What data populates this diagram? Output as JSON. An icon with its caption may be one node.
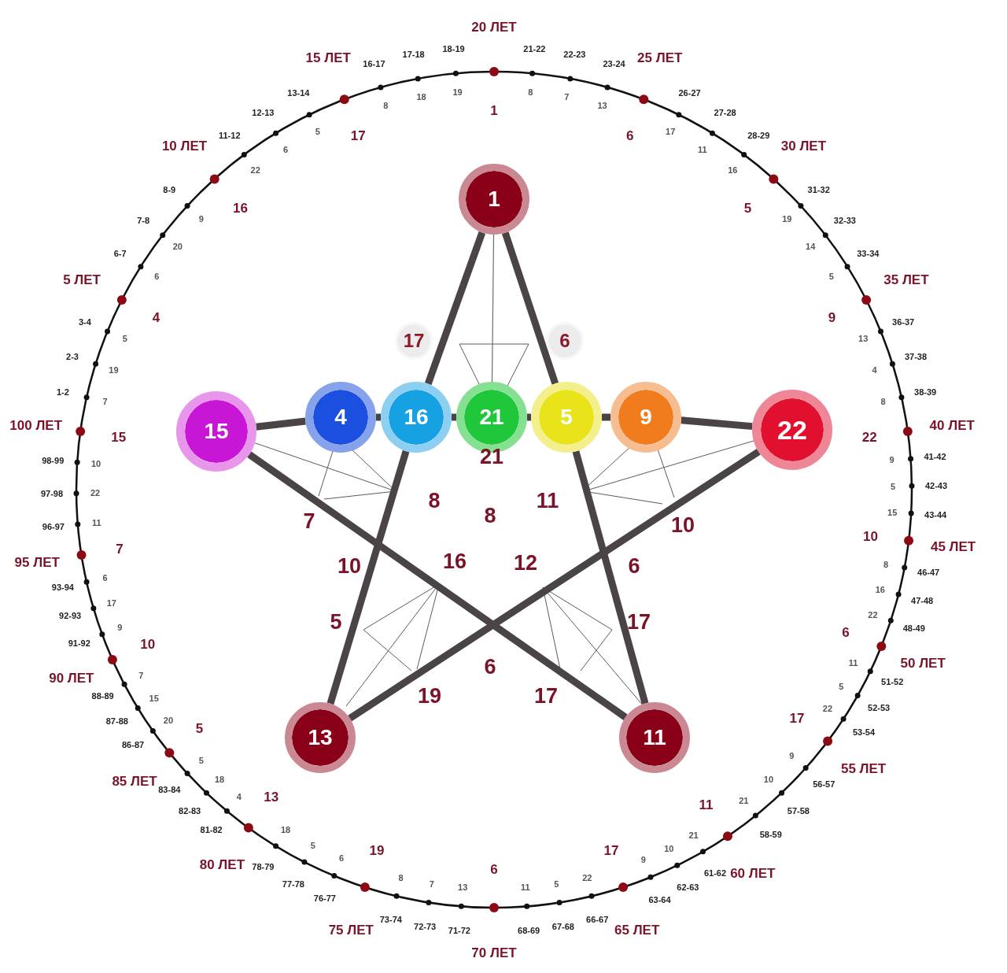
{
  "diagram": {
    "nodes": [
      {
        "text": [
          "1"
        ]
      },
      {
        "text": [
          "17"
        ]
      },
      {
        "text": [
          "6"
        ]
      },
      {
        "text": [
          "15"
        ]
      },
      {
        "text": [
          "4"
        ]
      },
      {
        "text": [
          "16"
        ]
      },
      {
        "text": [
          "21"
        ]
      },
      {
        "text": [
          "5"
        ]
      },
      {
        "text": [
          "9"
        ]
      },
      {
        "text": [
          "22"
        ]
      },
      {
        "text": [
          "13"
        ]
      },
      {
        "text": [
          "11"
        ]
      }
    ],
    "edges": [
      {
        "from": 0,
        "to": 5,
        "arrow": "none"
      },
      {
        "from": 5,
        "to": 10,
        "arrow": "none"
      },
      {
        "from": 0,
        "to": 7,
        "arrow": "none"
      },
      {
        "from": 7,
        "to": 11,
        "arrow": "none"
      },
      {
        "from": 3,
        "to": 4,
        "arrow": "none"
      },
      {
        "from": 4,
        "to": 5,
        "arrow": "none"
      },
      {
        "from": 5,
        "to": 6,
        "arrow": "none"
      },
      {
        "from": 6,
        "to": 7,
        "arrow": "none"
      },
      {
        "from": 7,
        "to": 8,
        "arrow": "none"
      },
      {
        "from": 8,
        "to": 9,
        "arrow": "none"
      },
      {
        "from": 3,
        "to": 11,
        "arrow": "none"
      },
      {
        "from": 9,
        "to": 10,
        "arrow": "none"
      },
      {
        "from": 0,
        "to": 6,
        "arrow": "none",
        "color": "#6a6a78"
      }
    ],
    "labels": [
      "100 ЛЕТ",
      "15",
      "1-2",
      "7",
      "2-3",
      "19",
      "3-4",
      "5",
      "5 ЛЕТ",
      "4",
      "6-7",
      "6",
      "7-8",
      "20",
      "8-9",
      "9",
      "10 ЛЕТ",
      "16",
      "11-12",
      "22",
      "12-13",
      "6",
      "13-14",
      "5",
      "15 ЛЕТ",
      "17",
      "16-17",
      "8",
      "17-18",
      "18",
      "18-19",
      "19",
      "20 ЛЕТ",
      "1",
      "21-22",
      "8",
      "22-23",
      "7",
      "23-24",
      "13",
      "25 ЛЕТ",
      "6",
      "26-27",
      "17",
      "27-28",
      "11",
      "28-29",
      "16",
      "30 ЛЕТ",
      "5",
      "31-32",
      "19",
      "32-33",
      "14",
      "33-34",
      "5",
      "35 ЛЕТ",
      "9",
      "36-37",
      "13",
      "37-38",
      "4",
      "38-39",
      "8",
      "40 ЛЕТ",
      "22",
      "41-42",
      "9",
      "42-43",
      "5",
      "43-44",
      "15",
      "45 ЛЕТ",
      "10",
      "46-47",
      "8",
      "47-48",
      "16",
      "48-49",
      "22",
      "50 ЛЕТ",
      "6",
      "51-52",
      "11",
      "52-53",
      "5",
      "53-54",
      "22",
      "55 ЛЕТ",
      "17",
      "56-57",
      "9",
      "57-58",
      "10",
      "58-59",
      "21",
      "60 ЛЕТ",
      "11",
      "61-62",
      "21",
      "62-63",
      "10",
      "63-64",
      "9",
      "65 ЛЕТ",
      "17",
      "66-67",
      "22",
      "67-68",
      "5",
      "68-69",
      "11",
      "70 ЛЕТ",
      "6",
      "71-72",
      "13",
      "72-73",
      "7",
      "73-74",
      "8",
      "75 ЛЕТ",
      "19",
      "76-77",
      "6",
      "77-78",
      "5",
      "78-79",
      "18",
      "80 ЛЕТ",
      "13",
      "81-82",
      "4",
      "82-83",
      "18",
      "83-84",
      "5",
      "85 ЛЕТ",
      "5",
      "86-87",
      "20",
      "87-88",
      "15",
      "88-89",
      "7",
      "90 ЛЕТ",
      "10",
      "91-92",
      "9",
      "92-93",
      "17",
      "93-94",
      "6",
      "95 ЛЕТ",
      "7",
      "96-97",
      "11",
      "97-98",
      "22",
      "98-99",
      "10",
      "21",
      "8",
      "11",
      "8",
      "7",
      "10",
      "10",
      "16",
      "12",
      "6",
      "5",
      "17",
      "6",
      "19",
      "17"
    ]
  }
}
